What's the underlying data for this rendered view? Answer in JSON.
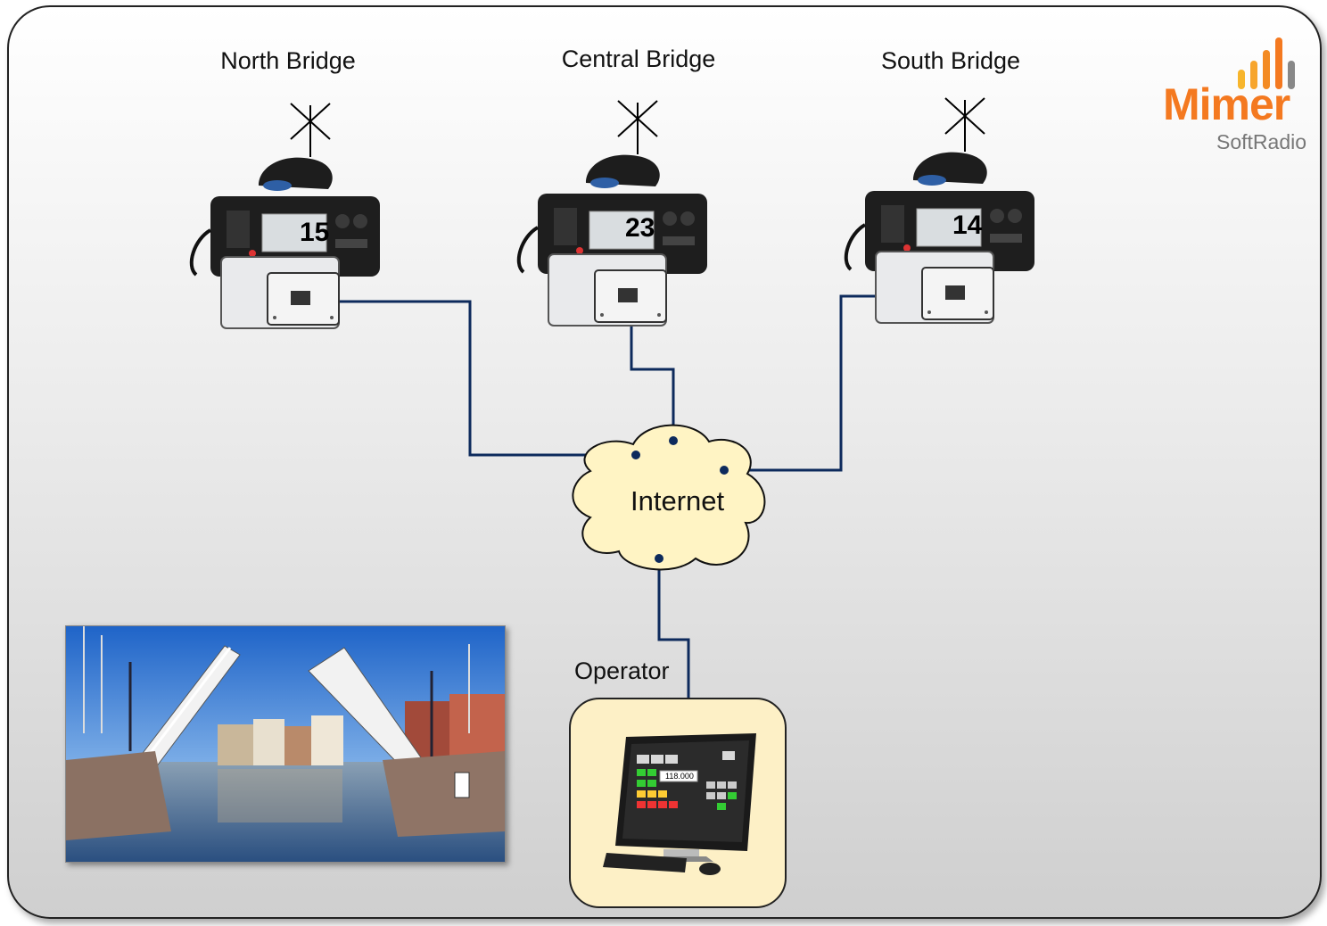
{
  "sites": [
    {
      "label": "North Bridge",
      "channel": "15"
    },
    {
      "label": "Central Bridge",
      "channel": "23"
    },
    {
      "label": "South Bridge",
      "channel": "14"
    }
  ],
  "network": {
    "label": "Internet"
  },
  "operator": {
    "label": "Operator",
    "frequency": "118.000"
  },
  "logo": {
    "brand": "Mimer",
    "product": "SoftRadio"
  },
  "colors": {
    "link": "#0d2a5c",
    "cloud": "#fff4c4",
    "operator_box": "#fdf0c6",
    "logo_orange": "#f47920"
  },
  "photo": {
    "subject": "drawbridge-photo"
  }
}
